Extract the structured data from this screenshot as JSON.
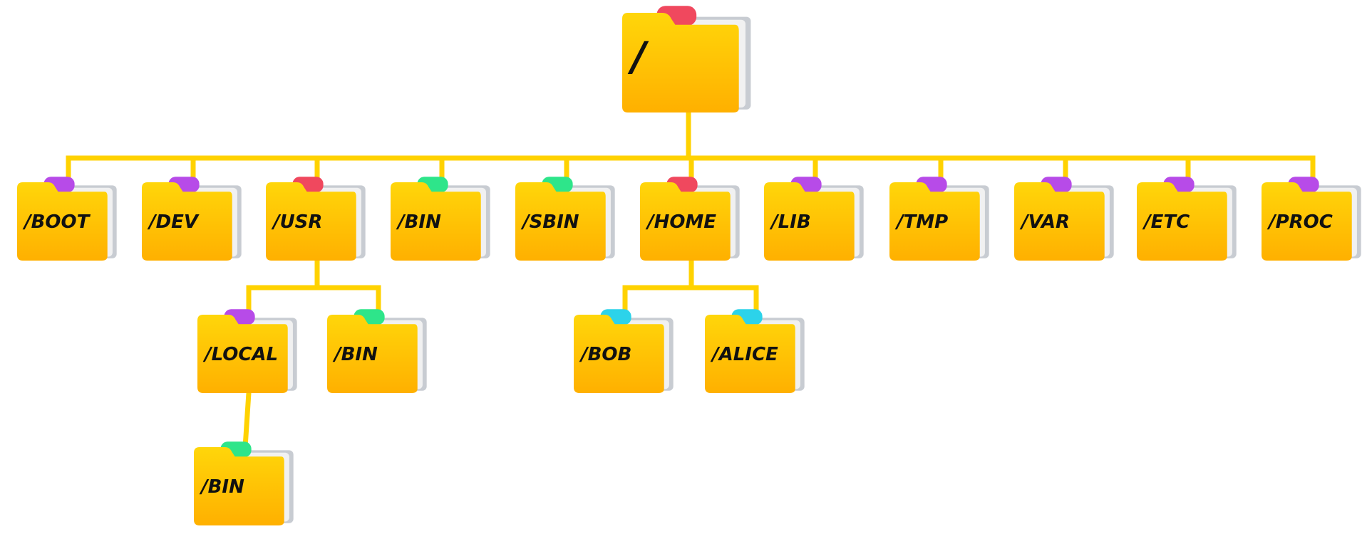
{
  "colors": {
    "connector": "#FFD200",
    "folder_top": "#FFD60A",
    "folder_bottom": "#FFB000",
    "paper": "#F1F1F1",
    "paper_shadow": "#C8CCD2",
    "tab_red": "#F0485E",
    "tab_purple": "#B74BE8",
    "tab_green": "#2EE58A",
    "tab_cyan": "#2CD3EA"
  },
  "tree": {
    "root": {
      "label": "/",
      "tab": "tab_red"
    },
    "children": [
      {
        "label": "/BOOT",
        "tab": "tab_purple"
      },
      {
        "label": "/DEV",
        "tab": "tab_purple"
      },
      {
        "label": "/USR",
        "tab": "tab_red",
        "children": [
          {
            "label": "/LOCAL",
            "tab": "tab_purple",
            "children": [
              {
                "label": "/BIN",
                "tab": "tab_green"
              }
            ]
          },
          {
            "label": "/BIN",
            "tab": "tab_green"
          }
        ]
      },
      {
        "label": "/BIN",
        "tab": "tab_green"
      },
      {
        "label": "/SBIN",
        "tab": "tab_green"
      },
      {
        "label": "/HOME",
        "tab": "tab_red",
        "children": [
          {
            "label": "/BOB",
            "tab": "tab_cyan"
          },
          {
            "label": "/ALICE",
            "tab": "tab_cyan"
          }
        ]
      },
      {
        "label": "/LIB",
        "tab": "tab_purple"
      },
      {
        "label": "/TMP",
        "tab": "tab_purple"
      },
      {
        "label": "/VAR",
        "tab": "tab_purple"
      },
      {
        "label": "/ETC",
        "tab": "tab_purple"
      },
      {
        "label": "/PROC",
        "tab": "tab_purple"
      }
    ]
  }
}
